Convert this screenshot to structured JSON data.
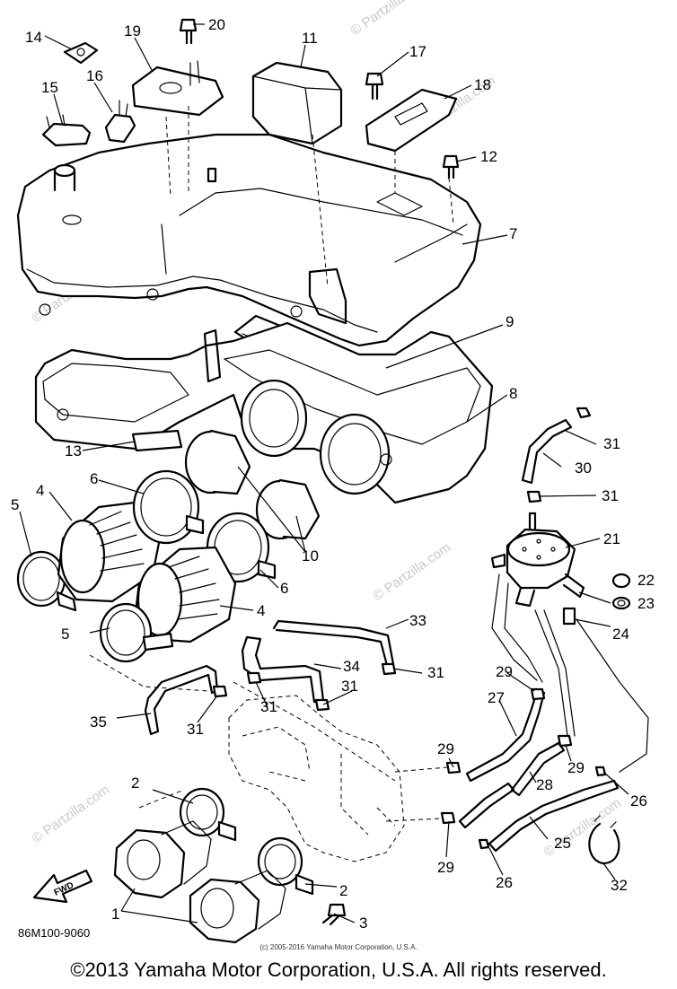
{
  "diagram": {
    "document_code": "86M100-9060",
    "small_copyright": "(c) 2005-2016 Yamaha Motor Corporation, U.S.A.",
    "copyright": "©2013 Yamaha Motor Corporation, U.S.A. All rights reserved.",
    "watermark": "© Partzilla.com",
    "fwd_label": "FWD",
    "callouts": [
      "1",
      "2",
      "2",
      "3",
      "4",
      "4",
      "5",
      "5",
      "6",
      "6",
      "7",
      "8",
      "9",
      "10",
      "11",
      "12",
      "13",
      "14",
      "15",
      "16",
      "17",
      "18",
      "19",
      "20",
      "21",
      "22",
      "23",
      "24",
      "25",
      "26",
      "26",
      "27",
      "28",
      "29",
      "29",
      "29",
      "29",
      "30",
      "31",
      "31",
      "31",
      "31",
      "31",
      "31",
      "32",
      "33",
      "34",
      "35"
    ]
  }
}
